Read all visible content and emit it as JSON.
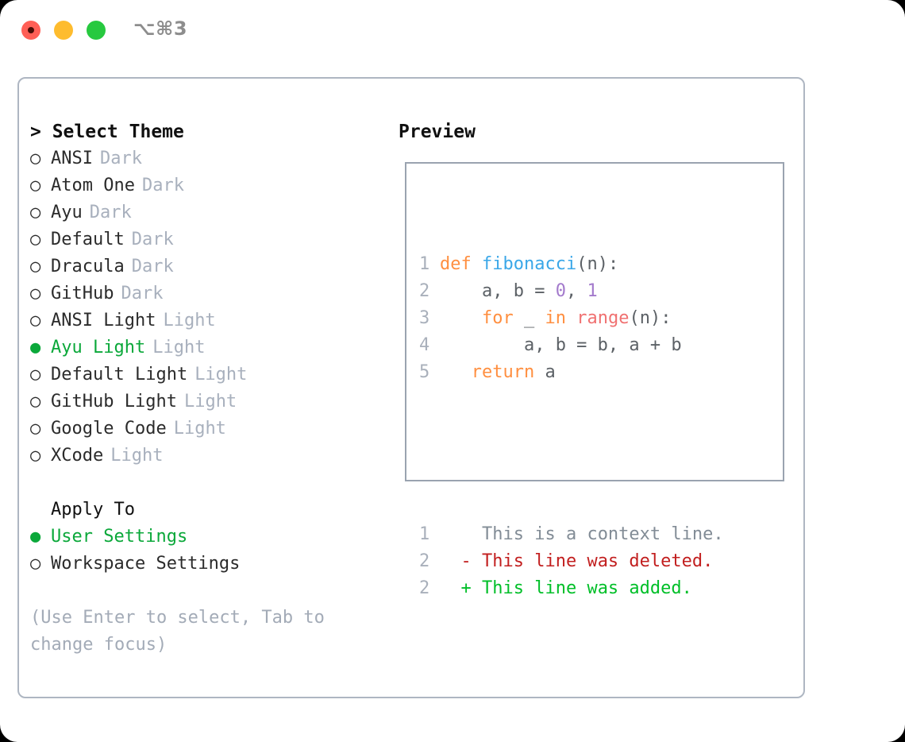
{
  "window": {
    "shortcut": "⌥⌘3",
    "traffic_lights": [
      {
        "name": "close",
        "color": "#ff5f56"
      },
      {
        "name": "minimize",
        "color": "#febc2e"
      },
      {
        "name": "maximize",
        "color": "#27c93f"
      }
    ]
  },
  "accent": {
    "selected_green": "#0ba83a",
    "muted_gray": "#a8b0bd",
    "border": "#aeb6c2"
  },
  "theme_picker": {
    "header": "> Select Theme",
    "marker_selected": "●",
    "marker_unselected": "○",
    "options": [
      {
        "label": "ANSI",
        "tag": "Dark",
        "selected": false
      },
      {
        "label": "Atom One",
        "tag": "Dark",
        "selected": false
      },
      {
        "label": "Ayu",
        "tag": "Dark",
        "selected": false
      },
      {
        "label": "Default",
        "tag": "Dark",
        "selected": false
      },
      {
        "label": "Dracula",
        "tag": "Dark",
        "selected": false
      },
      {
        "label": "GitHub",
        "tag": "Dark",
        "selected": false
      },
      {
        "label": "ANSI Light",
        "tag": "Light",
        "selected": false
      },
      {
        "label": "Ayu Light",
        "tag": "Light",
        "selected": true
      },
      {
        "label": "Default Light",
        "tag": "Light",
        "selected": false
      },
      {
        "label": "GitHub Light",
        "tag": "Light",
        "selected": false
      },
      {
        "label": "Google Code",
        "tag": "Light",
        "selected": false
      },
      {
        "label": "XCode",
        "tag": "Light",
        "selected": false
      }
    ]
  },
  "apply_to": {
    "header": "Apply To",
    "options": [
      {
        "label": "User Settings",
        "selected": true
      },
      {
        "label": "Workspace Settings",
        "selected": false
      }
    ]
  },
  "hint": "(Use Enter to select, Tab to change focus)",
  "preview": {
    "header": "Preview",
    "code_lines": [
      {
        "num": "1",
        "segments": [
          {
            "text": "def ",
            "kind": "keyword"
          },
          {
            "text": "fibonacci",
            "kind": "function"
          },
          {
            "text": "(n):",
            "kind": "plain"
          }
        ]
      },
      {
        "num": "2",
        "segments": [
          {
            "text": "    a, b = ",
            "kind": "plain"
          },
          {
            "text": "0",
            "kind": "number"
          },
          {
            "text": ", ",
            "kind": "plain"
          },
          {
            "text": "1",
            "kind": "number"
          }
        ]
      },
      {
        "num": "3",
        "segments": [
          {
            "text": "    ",
            "kind": "plain"
          },
          {
            "text": "for",
            "kind": "keyword"
          },
          {
            "text": " _ ",
            "kind": "plain"
          },
          {
            "text": "in",
            "kind": "keyword"
          },
          {
            "text": " ",
            "kind": "plain"
          },
          {
            "text": "range",
            "kind": "builtin"
          },
          {
            "text": "(n):",
            "kind": "plain"
          }
        ]
      },
      {
        "num": "4",
        "segments": [
          {
            "text": "        a, b = b, a + b",
            "kind": "plain"
          }
        ]
      },
      {
        "num": "5",
        "segments": [
          {
            "text": "   ",
            "kind": "plain"
          },
          {
            "text": "return",
            "kind": "keyword"
          },
          {
            "text": " a",
            "kind": "plain"
          }
        ]
      }
    ],
    "diff_lines": [
      {
        "num": "1",
        "marker": " ",
        "text": " This is a context line.",
        "kind": "context"
      },
      {
        "num": "2",
        "marker": "-",
        "text": " This line was deleted.",
        "kind": "deleted"
      },
      {
        "num": "2",
        "marker": "+",
        "text": " This line was added.",
        "kind": "added"
      }
    ]
  }
}
